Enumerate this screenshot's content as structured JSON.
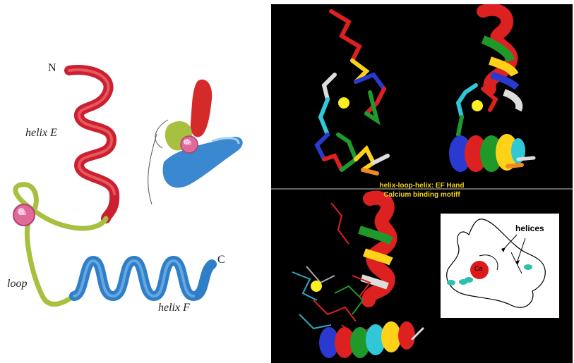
{
  "left_panel": {
    "labels": {
      "n_terminus": "N",
      "helix_e": "helix E",
      "loop": "loop",
      "helix_f": "helix F",
      "c_terminus": "C",
      "ca_loop": "Ca",
      "ca_small": "Ca"
    },
    "colors": {
      "helix_e": "#cc2030",
      "loop": "#a8c040",
      "helix_f": "#2f7fc8",
      "calcium": "#e06a9a"
    }
  },
  "right_panel": {
    "caption_line1": "helix-loop-helix: EF Hand",
    "caption_line2": "Calcium binding motiff",
    "inset": {
      "helices_label": "helices",
      "ca_label": "Ca"
    },
    "colors": {
      "background": "#000000",
      "caption": "#f2d21a",
      "calcium": "#ffee22"
    }
  }
}
